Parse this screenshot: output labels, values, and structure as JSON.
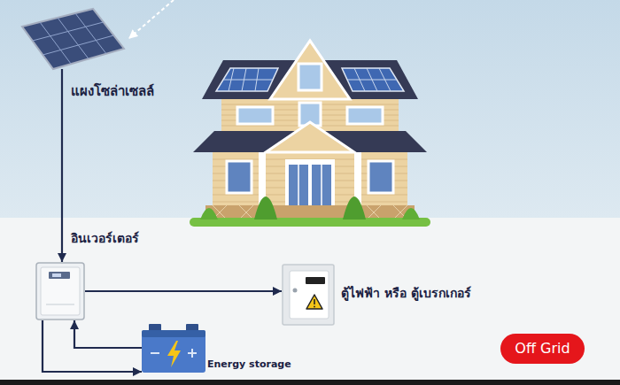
{
  "diagram": {
    "nodes": [
      {
        "text": [
          "แผงโซล่าเซลล์"
        ]
      },
      {
        "text": [
          "อินเวอร์เตอร์"
        ]
      },
      {
        "text": [
          "ตู้ไฟฟ้า หรือ ตู้เบรกเกอร์"
        ]
      },
      {
        "text": [
          "Energy storage"
        ]
      },
      {
        "text": [
          "Off Grid"
        ]
      }
    ],
    "edges": [
      {
        "from": 0,
        "to": 1,
        "arrow": "to"
      },
      {
        "from": 1,
        "to": 2,
        "arrow": "to"
      },
      {
        "from": 3,
        "to": 1,
        "arrow": "to"
      },
      {
        "from": 1,
        "to": 3,
        "arrow": "to"
      }
    ]
  }
}
